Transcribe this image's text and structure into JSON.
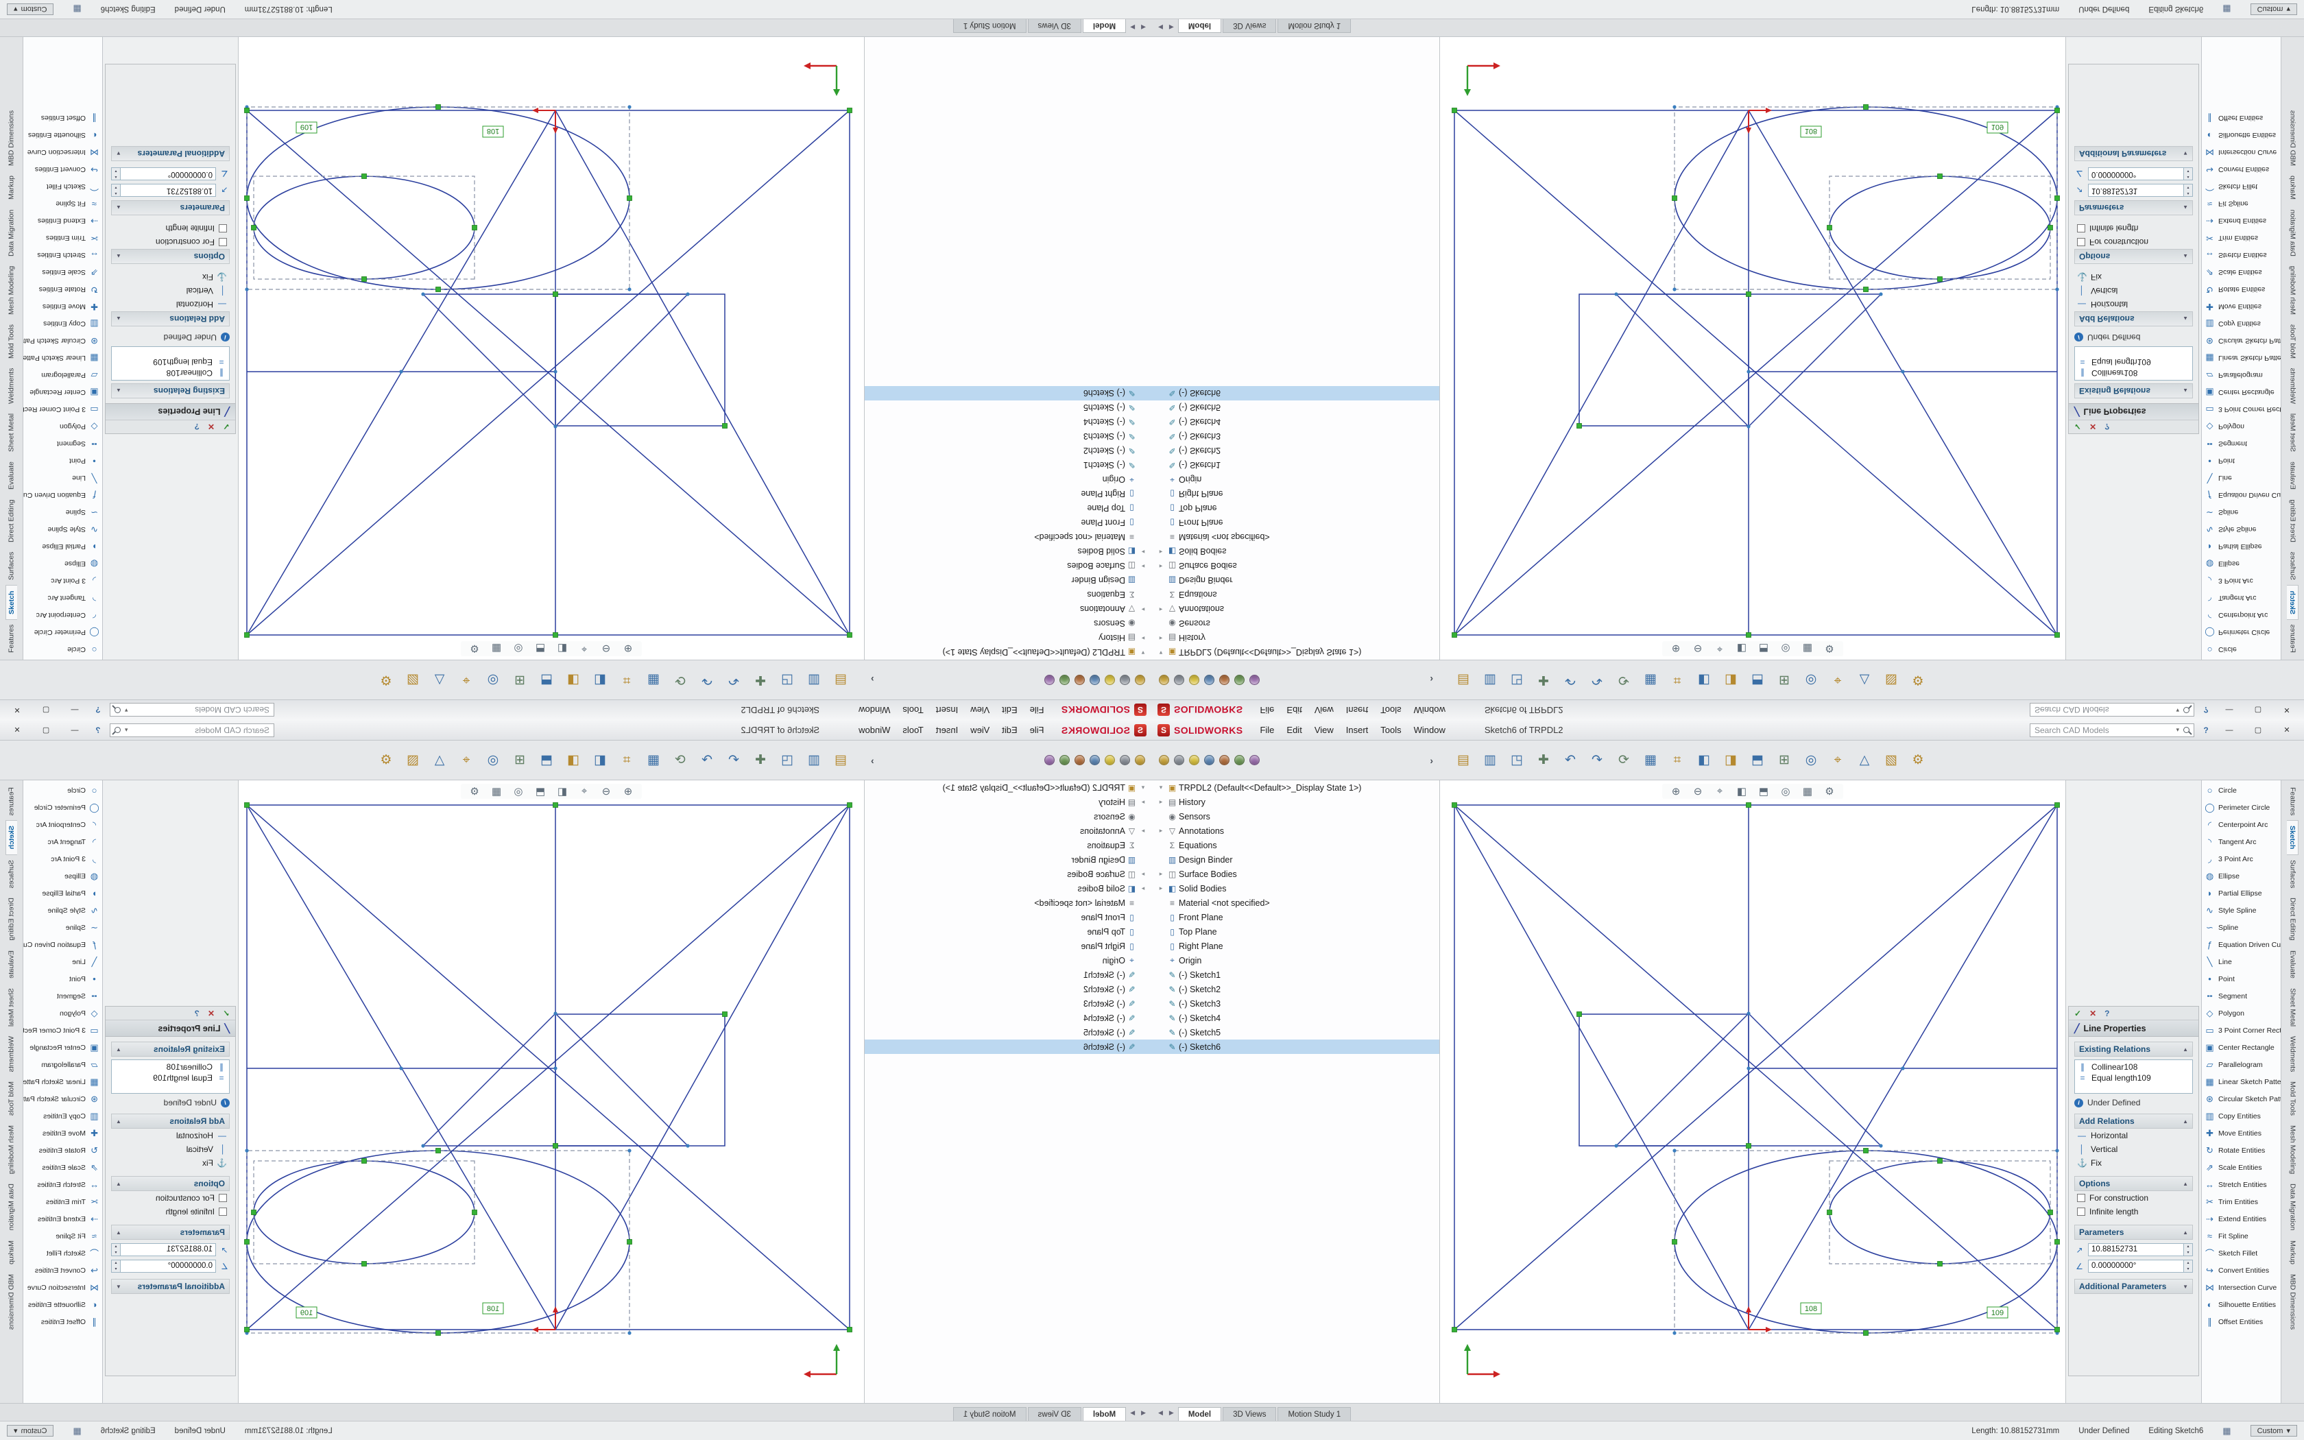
{
  "colors": {
    "accent": "#0b62a4",
    "brand_red": "#c8102e",
    "sketch_line": "#2b3f9e",
    "relation_green": "#2e9e2e",
    "origin_red": "#cc2222",
    "chrome_gray": "#e9eaec"
  },
  "icons": {
    "chevron_down": "▾",
    "help": "?",
    "minimize": "—",
    "maximize": "▢",
    "close": "✕",
    "expand": "›",
    "ok": "✓",
    "cancel": "✕",
    "line": "╱",
    "collapse": "▲",
    "collapse_down": "▼",
    "spin_up": "▴",
    "spin_down": "▾",
    "tab_left": "◀",
    "tab_right": "▶",
    "grid": "▦"
  },
  "window": {
    "logo_letter": "S",
    "brand": "SOLIDWORKS",
    "menus": [
      "File",
      "Edit",
      "View",
      "Insert",
      "Tools",
      "Window"
    ],
    "title": "Sketch6 of TRPDL2",
    "search_placeholder": "Search CAD Models"
  },
  "toolbar": {
    "icons": [
      {
        "glyph": "▤",
        "tint": "c2"
      },
      {
        "glyph": "▥",
        "tint": "c1"
      },
      {
        "glyph": "◳",
        "tint": "c1"
      },
      {
        "glyph": "✚",
        "tint": "c3"
      },
      {
        "glyph": "↶",
        "tint": "c1"
      },
      {
        "glyph": "↷",
        "tint": "c1"
      },
      {
        "glyph": "⟳",
        "tint": "c3"
      },
      {
        "glyph": "▦",
        "tint": "c1"
      },
      {
        "glyph": "⌗",
        "tint": "c2"
      },
      {
        "glyph": "◧",
        "tint": "c1"
      },
      {
        "glyph": "◨",
        "tint": "c2"
      },
      {
        "glyph": "⬒",
        "tint": "c1"
      },
      {
        "glyph": "⊞",
        "tint": "c3"
      },
      {
        "glyph": "◎",
        "tint": "c1"
      },
      {
        "glyph": "⌖",
        "tint": "c2"
      },
      {
        "glyph": "△",
        "tint": "c1"
      },
      {
        "glyph": "▧",
        "tint": "c2"
      },
      {
        "glyph": "⚙",
        "tint": "c2"
      }
    ]
  },
  "headsup": {
    "icons": [
      {
        "glyph": "⊕"
      },
      {
        "glyph": "⊖"
      },
      {
        "glyph": "⌖"
      },
      {
        "glyph": "◧"
      },
      {
        "glyph": "⬒"
      },
      {
        "glyph": "◎"
      },
      {
        "glyph": "▦"
      },
      {
        "glyph": "⚙"
      }
    ]
  },
  "featuremanager": {
    "expand_arrow": "›",
    "tab_icons": [
      {
        "color": "#caa53d"
      },
      {
        "color": "#8a9099"
      },
      {
        "color": "#d9c23f"
      },
      {
        "color": "#5d87b5"
      },
      {
        "color": "#b3703f"
      },
      {
        "color": "#6f9a58"
      },
      {
        "color": "#9b6fae"
      }
    ],
    "tree": [
      {
        "arrow": "▾",
        "icon": "▣",
        "tint": "t-gold",
        "label": "TRPDL2 (Default<<Default>>_Display State 1>)"
      },
      {
        "arrow": "▸",
        "icon": "▤",
        "tint": "t-gray",
        "label": "History"
      },
      {
        "arrow": "",
        "icon": "◉",
        "tint": "t-gray",
        "label": "Sensors"
      },
      {
        "arrow": "▸",
        "icon": "▽",
        "tint": "t-gray",
        "label": "Annotations"
      },
      {
        "arrow": "",
        "icon": "Σ",
        "tint": "t-gray",
        "label": "Equations"
      },
      {
        "arrow": "",
        "icon": "▥",
        "tint": "t-blue",
        "label": "Design Binder"
      },
      {
        "arrow": "▸",
        "icon": "◫",
        "tint": "t-gray",
        "label": "Surface Bodies"
      },
      {
        "arrow": "▸",
        "icon": "◧",
        "tint": "t-blue",
        "label": "Solid Bodies"
      },
      {
        "arrow": "",
        "icon": "≡",
        "tint": "t-gray",
        "label": "Material <not specified>"
      },
      {
        "arrow": "",
        "icon": "▯",
        "tint": "t-blue",
        "label": "Front Plane"
      },
      {
        "arrow": "",
        "icon": "▯",
        "tint": "t-blue",
        "label": "Top Plane"
      },
      {
        "arrow": "",
        "icon": "▯",
        "tint": "t-blue",
        "label": "Right Plane"
      },
      {
        "arrow": "",
        "icon": "⌖",
        "tint": "t-blue",
        "label": "Origin"
      },
      {
        "arrow": "",
        "icon": "✎",
        "tint": "t-teal",
        "label": "(-) Sketch1"
      },
      {
        "arrow": "",
        "icon": "✎",
        "tint": "t-teal",
        "label": "(-) Sketch2"
      },
      {
        "arrow": "",
        "icon": "✎",
        "tint": "t-teal",
        "label": "(-) Sketch3"
      },
      {
        "arrow": "",
        "icon": "✎",
        "tint": "t-teal",
        "label": "(-) Sketch4"
      },
      {
        "arrow": "",
        "icon": "✎",
        "tint": "t-teal",
        "label": "(-) Sketch5"
      },
      {
        "arrow": "",
        "icon": "✎",
        "tint": "t-teal",
        "label": "(-) Sketch6",
        "state": "active"
      }
    ]
  },
  "graphics": {
    "relation_tags": [
      "108",
      "109"
    ]
  },
  "property_manager": {
    "title": "Line Properties",
    "existing_relations": {
      "title": "Existing Relations",
      "items": [
        {
          "icon": "∥",
          "label": "Collinear108"
        },
        {
          "icon": "=",
          "label": "Equal length109"
        }
      ],
      "status": "Under Defined"
    },
    "add_relations": {
      "title": "Add Relations",
      "buttons": [
        {
          "icon": "―",
          "label": "Horizontal"
        },
        {
          "icon": "│",
          "label": "Vertical"
        },
        {
          "icon": "⚓",
          "label": "Fix"
        }
      ]
    },
    "options": {
      "title": "Options",
      "checkboxes": [
        {
          "label": "For construction"
        },
        {
          "label": "Infinite length"
        }
      ]
    },
    "parameters": {
      "title": "Parameters",
      "fields": [
        {
          "icon": "↗",
          "value": "10.88152731"
        },
        {
          "icon": "∠",
          "value": "0.00000000°"
        }
      ]
    },
    "additional": {
      "title": "Additional Parameters"
    }
  },
  "sketch_tools": [
    {
      "icon": "○",
      "label": "Circle"
    },
    {
      "icon": "◯",
      "label": "Perimeter Circle"
    },
    {
      "icon": "◜",
      "label": "Centerpoint Arc"
    },
    {
      "icon": "◝",
      "label": "Tangent Arc"
    },
    {
      "icon": "◞",
      "label": "3 Point Arc"
    },
    {
      "icon": "◍",
      "label": "Ellipse"
    },
    {
      "icon": "◗",
      "label": "Partial Ellipse"
    },
    {
      "icon": "∿",
      "label": "Style Spline"
    },
    {
      "icon": "∽",
      "label": "Spline"
    },
    {
      "icon": "ƒ",
      "label": "Equation Driven Curve"
    },
    {
      "icon": "╲",
      "label": "Line"
    },
    {
      "icon": "•",
      "label": "Point"
    },
    {
      "icon": "╍",
      "label": "Segment"
    },
    {
      "icon": "◇",
      "label": "Polygon"
    },
    {
      "icon": "▭",
      "label": "3 Point Corner Rectangle"
    },
    {
      "icon": "▣",
      "label": "Center Rectangle"
    },
    {
      "icon": "▱",
      "label": "Parallelogram"
    },
    {
      "icon": "▦",
      "label": "Linear Sketch Pattern"
    },
    {
      "icon": "⊛",
      "label": "Circular Sketch Pattern"
    },
    {
      "icon": "▥",
      "label": "Copy Entities"
    },
    {
      "icon": "✚",
      "label": "Move Entities"
    },
    {
      "icon": "↻",
      "label": "Rotate Entities"
    },
    {
      "icon": "⇗",
      "label": "Scale Entities"
    },
    {
      "icon": "↔",
      "label": "Stretch Entities"
    },
    {
      "icon": "✂",
      "label": "Trim Entities"
    },
    {
      "icon": "⇢",
      "label": "Extend Entities"
    },
    {
      "icon": "≈",
      "label": "Fit Spline"
    },
    {
      "icon": "⌒",
      "label": "Sketch Fillet"
    },
    {
      "icon": "↪",
      "label": "Convert Entities"
    },
    {
      "icon": "⋈",
      "label": "Intersection Curve"
    },
    {
      "icon": "◐",
      "label": "Silhouette Entities"
    },
    {
      "icon": "∥",
      "label": "Offset Entities"
    }
  ],
  "side_tabs": [
    {
      "label": "Features"
    },
    {
      "label": "Sketch",
      "state": "active"
    },
    {
      "label": "Surfaces"
    },
    {
      "label": "Direct Editing"
    },
    {
      "label": "Evaluate"
    },
    {
      "label": "Sheet Metal"
    },
    {
      "label": "Weldments"
    },
    {
      "label": "Mold Tools"
    },
    {
      "label": "Mesh Modeling"
    },
    {
      "label": "Data Migration"
    },
    {
      "label": "Markup"
    },
    {
      "label": "MBD Dimensions"
    }
  ],
  "bottom_tabs": [
    {
      "label": "Model",
      "state": "active"
    },
    {
      "label": "3D Views"
    },
    {
      "label": "Motion Study 1"
    }
  ],
  "status_bar": {
    "length": "Length: 10.88152731mm",
    "state": "Under Defined",
    "editing": "Editing Sketch6",
    "units": "Custom"
  }
}
